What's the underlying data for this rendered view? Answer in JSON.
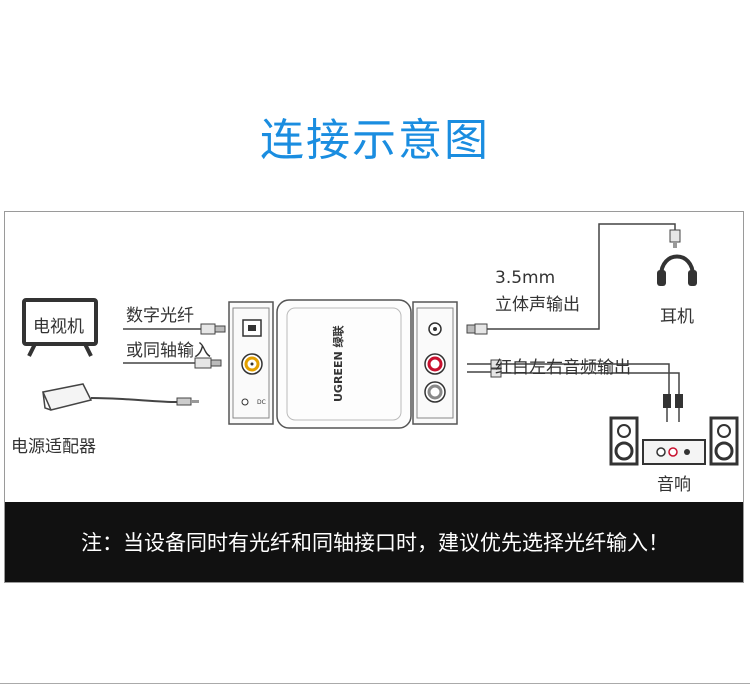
{
  "title": "连接示意图",
  "labels": {
    "tv": "电视机",
    "optical": "数字光纤",
    "coaxial": "或同轴输入",
    "power_adapter": "电源适配器",
    "stereo_out_1": "3.5mm",
    "stereo_out_2": "立体声输出",
    "headphones": "耳机",
    "rca_out": "红白左右音频输出",
    "speakers": "音响",
    "brand": "UGREEN 绿联"
  },
  "note": "注：当设备同时有光纤和同轴接口时，建议优先选择光纤输入！",
  "colors": {
    "title": "#1a8de0",
    "rca_red": "#c8102e",
    "note_bg": "#111111"
  }
}
